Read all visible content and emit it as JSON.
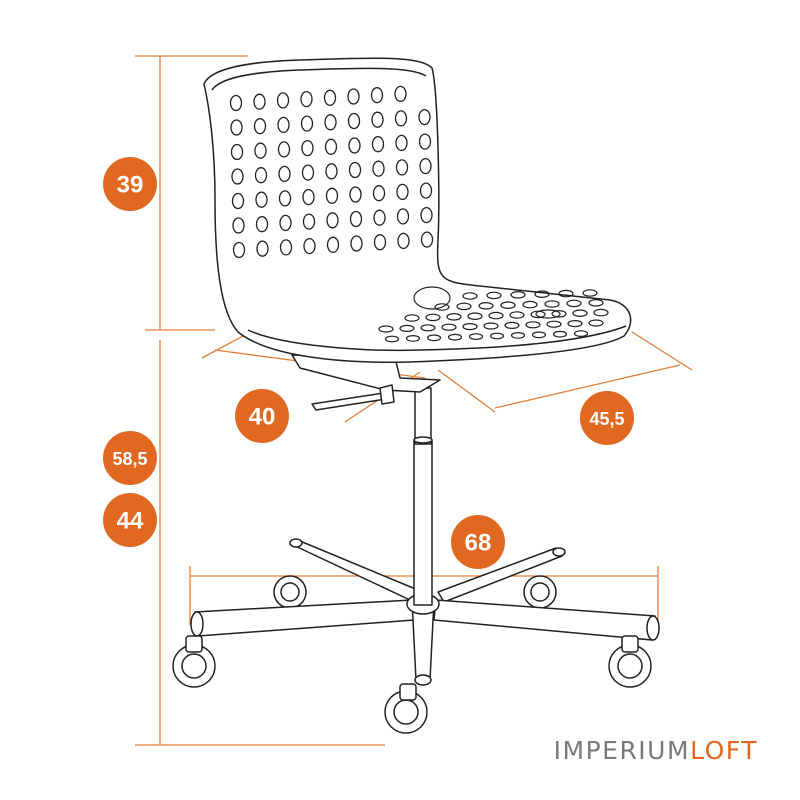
{
  "colors": {
    "accent": "#e06820",
    "dimension_line": "#e0803a",
    "outline": "#222222",
    "logo_dark": "#7a7a7a"
  },
  "dimensions": {
    "back_height": "39",
    "seat_depth": "40",
    "seat_width": "45,5",
    "seat_height_max": "58,5",
    "seat_height_min": "44",
    "base_diameter": "68"
  },
  "brand": {
    "part1": "IMPERIUM",
    "part2": "LOFT"
  }
}
